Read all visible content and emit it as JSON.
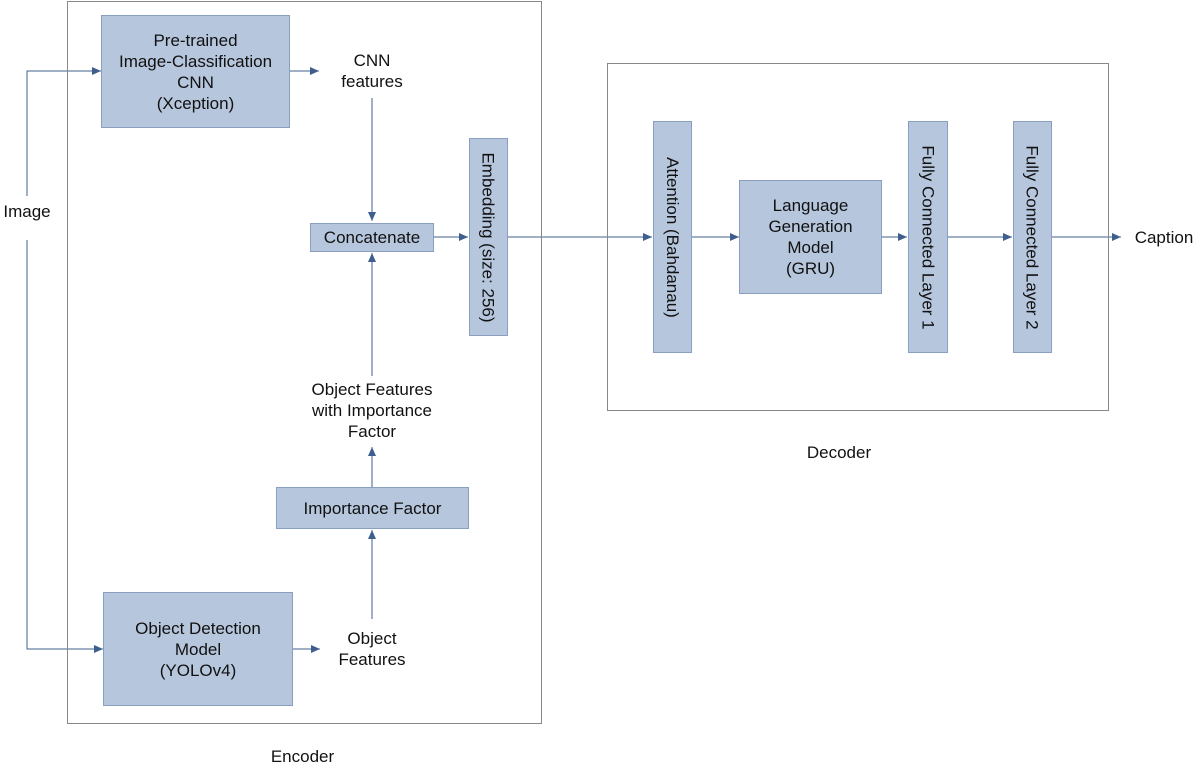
{
  "colors": {
    "box_fill": "#b6c6dd",
    "box_border": "#8a9fbf",
    "arrow": "#3e5f8e",
    "frame": "#888888"
  },
  "labels": {
    "image": "Image",
    "cnn_features": "CNN\nfeatures",
    "object_features_importance": "Object Features\nwith Importance\nFactor",
    "object_features": "Object\nFeatures",
    "caption": "Caption",
    "encoder": "Encoder",
    "decoder": "Decoder"
  },
  "nodes": {
    "cnn": "Pre-trained\nImage-Classification\nCNN\n(Xception)",
    "concatenate": "Concatenate",
    "embedding": "Embedding (size: 256)",
    "importance": "Importance Factor",
    "yolo": "Object Detection\nModel\n(YOLOv4)",
    "attention": "Attention (Bahdanau)",
    "language_model": "Language\nGeneration\nModel\n(GRU)",
    "fc1": "Fully Connected Layer 1",
    "fc2": "Fully Connected Layer 2"
  }
}
